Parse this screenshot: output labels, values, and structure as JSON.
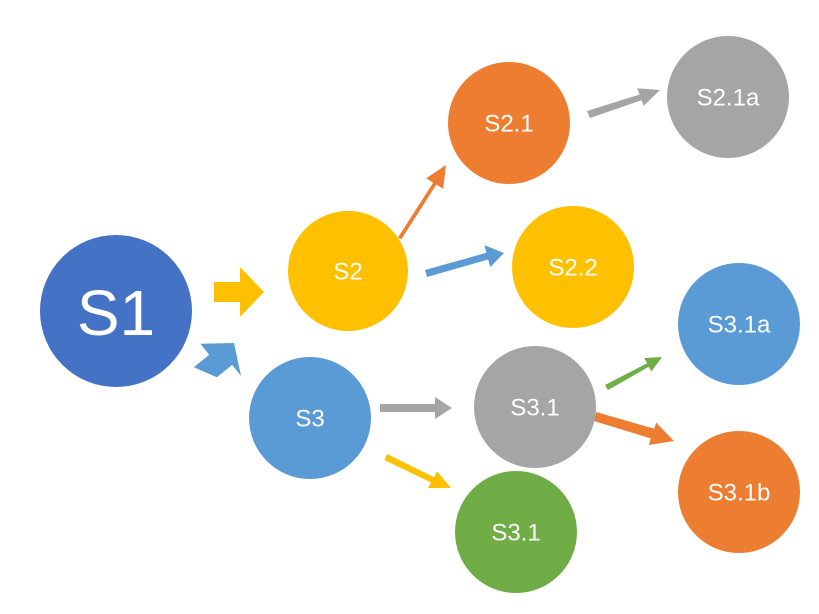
{
  "nodes": {
    "s1": {
      "label": "S1",
      "color": "#4472C4"
    },
    "s2": {
      "label": "S2",
      "color": "#FFC000"
    },
    "s3": {
      "label": "S3",
      "color": "#5B9BD5"
    },
    "s21": {
      "label": "S2.1",
      "color": "#ED7D31"
    },
    "s21a": {
      "label": "S2.1a",
      "color": "#A5A5A5"
    },
    "s22": {
      "label": "S2.2",
      "color": "#FFC000"
    },
    "s31": {
      "label": "S3.1",
      "color": "#A5A5A5"
    },
    "s31g": {
      "label": "S3.1",
      "color": "#70AD47"
    },
    "s31a": {
      "label": "S3.1a",
      "color": "#5B9BD5"
    },
    "s31b": {
      "label": "S3.1b",
      "color": "#ED7D31"
    }
  },
  "edges": [
    {
      "from": "S1",
      "to": "S2",
      "color": "#FFC000"
    },
    {
      "from": "S1",
      "to": "S3",
      "color": "#5B9BD5"
    },
    {
      "from": "S2",
      "to": "S2.1",
      "color": "#ED7D31"
    },
    {
      "from": "S2",
      "to": "S2.2",
      "color": "#5B9BD5"
    },
    {
      "from": "S2.1",
      "to": "S2.1a",
      "color": "#A5A5A5"
    },
    {
      "from": "S3",
      "to": "S3.1",
      "color": "#A5A5A5"
    },
    {
      "from": "S3",
      "to": "S3.1",
      "color": "#FFC000"
    },
    {
      "from": "S3.1",
      "to": "S3.1a",
      "color": "#70AD47"
    },
    {
      "from": "S3.1",
      "to": "S3.1b",
      "color": "#ED7D31"
    }
  ]
}
